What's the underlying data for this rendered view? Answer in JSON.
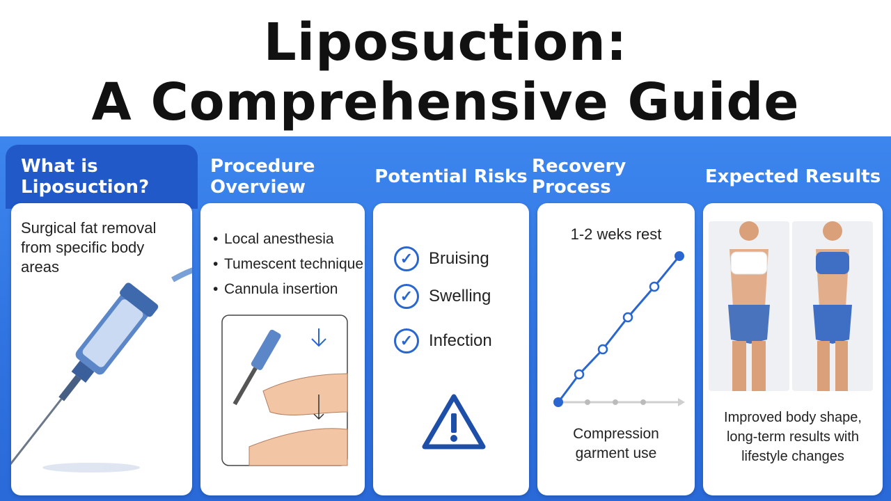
{
  "title": {
    "line1": "Liposuction:",
    "line2": "A Comprehensive Guide"
  },
  "sections": {
    "what": {
      "heading": "What is Liposuction?",
      "text": "Surgical fat removal from specific body areas"
    },
    "procedure": {
      "heading": "Procedure Overview",
      "bullets": [
        "Local anesthesia",
        "Tumescent technique",
        "Cannula insertion"
      ]
    },
    "risks": {
      "heading": "Potential Risks",
      "items": [
        "Bruising",
        "Swelling",
        "Infection"
      ]
    },
    "recovery": {
      "heading": "Recovery Process",
      "rest": "1-2 weks rest",
      "garment": "Compression garment use"
    },
    "results": {
      "heading": "Expected Results",
      "text": "Improved body shape, long-term results with lifestyle changes"
    }
  },
  "colors": {
    "band": "#2f72e0",
    "accent": "#2a66cf",
    "card": "#ffffff",
    "title": "#111111"
  },
  "icons": [
    "syringe-icon",
    "checkmark-icon",
    "warning-icon",
    "recovery-line-icon"
  ]
}
